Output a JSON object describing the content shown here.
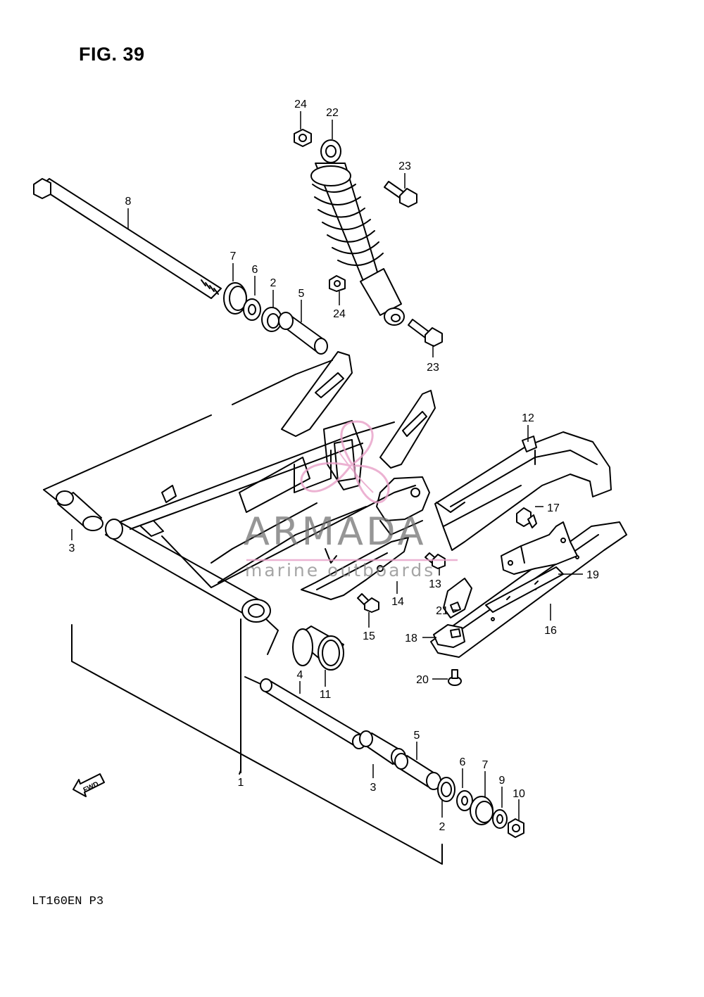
{
  "figure": {
    "title": "FIG. 39",
    "model_code": "LT160EN P3"
  },
  "watermark": {
    "name": "ARMADA",
    "tagline": "marine outboards",
    "logo_color": "#e8a0c8"
  },
  "fwd_arrow": {
    "label": "FWD",
    "icon": "fwd-arrow-icon"
  },
  "callouts": {
    "c1": "1",
    "c2a": "2",
    "c2b": "2",
    "c3a": "3",
    "c3b": "3",
    "c4": "4",
    "c5a": "5",
    "c5b": "5",
    "c6a": "6",
    "c6b": "6",
    "c7a": "7",
    "c7b": "7",
    "c8": "8",
    "c9": "9",
    "c10": "10",
    "c11": "11",
    "c12": "12",
    "c13": "13",
    "c14": "14",
    "c15": "15",
    "c16": "16",
    "c17": "17",
    "c18": "18",
    "c19": "19",
    "c20": "20",
    "c21": "21",
    "c22": "22",
    "c23a": "23",
    "c23b": "23",
    "c24a": "24",
    "c24b": "24"
  }
}
